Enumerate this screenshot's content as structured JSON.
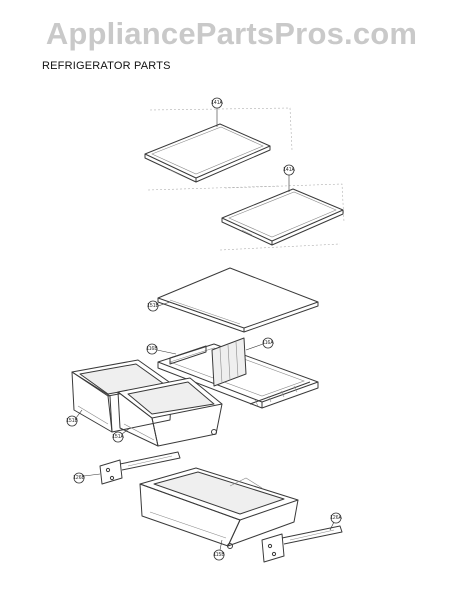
{
  "watermark": "AppliancePartsPros.com",
  "title": "REFRIGERATOR PARTS",
  "callouts": [
    {
      "id": "shelf-1",
      "label": "141A"
    },
    {
      "id": "shelf-2",
      "label": "141A"
    },
    {
      "id": "cover",
      "label": "151B"
    },
    {
      "id": "frame-left",
      "label": "116B"
    },
    {
      "id": "frame-right",
      "label": "116A"
    },
    {
      "id": "drawer-left",
      "label": "151B"
    },
    {
      "id": "drawer-right",
      "label": "151A"
    },
    {
      "id": "rail-left",
      "label": "126B"
    },
    {
      "id": "big-drawer",
      "label": "115B"
    },
    {
      "id": "rail-right",
      "label": "126A"
    }
  ]
}
